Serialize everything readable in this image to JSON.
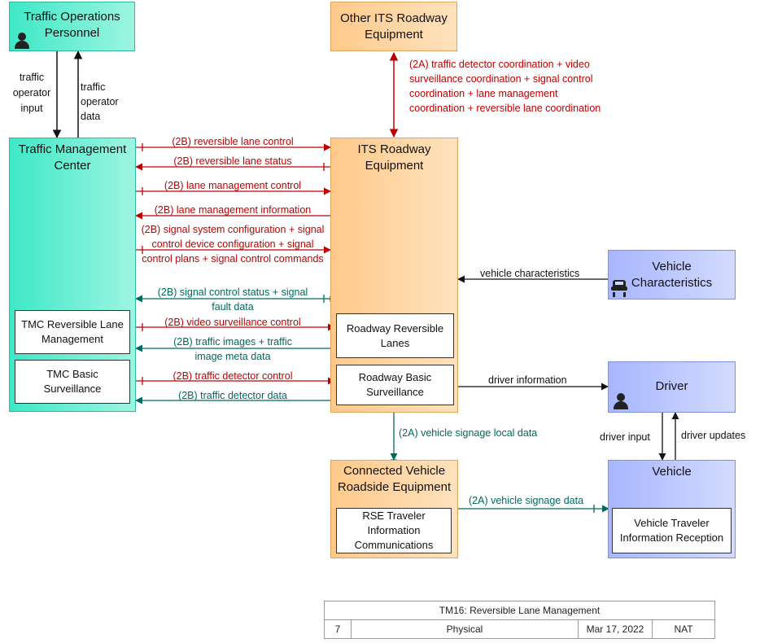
{
  "nodes": {
    "traffic_ops": "Traffic Operations Personnel",
    "other_its": "Other ITS Roadway Equipment",
    "tmc": "Traffic Management Center",
    "its_roadway": "ITS Roadway Equipment",
    "vehicle_char": "Vehicle Characteristics",
    "driver": "Driver",
    "cv_rse": "Connected Vehicle Roadside Equipment",
    "vehicle": "Vehicle"
  },
  "subsystems": {
    "tmc_rev": "TMC Reversible Lane Management",
    "tmc_basic": "TMC Basic Surveillance",
    "rw_rev": "Roadway Reversible Lanes",
    "rw_basic": "Roadway Basic Surveillance",
    "rse_tic": "RSE Traveler Information Communications",
    "vtir": "Vehicle Traveler Information Reception"
  },
  "flows": {
    "operator_input": "traffic operator input",
    "operator_data": "traffic operator data",
    "coord_2a": "(2A) traffic detector coordination + video surveillance coordination + signal control coordination + lane management coordination + reversible lane coordination",
    "rev_control": "(2B) reversible lane control",
    "rev_status": "(2B) reversible lane status",
    "lane_mgmt_control": "(2B) lane management control",
    "lane_mgmt_info": "(2B) lane management information",
    "signal_config": "(2B) signal system configuration + signal control device configuration + signal control plans + signal control commands",
    "signal_status": "(2B) signal control status + signal fault data",
    "video_control": "(2B) video surveillance control",
    "traffic_images": "(2B) traffic images + traffic image meta data",
    "detector_control": "(2B) traffic detector control",
    "detector_data": "(2B) traffic detector data",
    "vehicle_characteristics": "vehicle characteristics",
    "driver_information": "driver information",
    "signage_local": "(2A) vehicle signage local data",
    "signage_data": "(2A) vehicle signage data",
    "driver_input": "driver input",
    "driver_updates": "driver updates"
  },
  "title_block": {
    "title": "TM16: Reversible Lane Management",
    "number": "7",
    "view": "Physical",
    "date": "Mar 17, 2022",
    "org": "NAT"
  },
  "colors": {
    "center": "#3ee8c6",
    "field": "#ffc98a",
    "vehicle": "#a8b6ff",
    "flow_red": "#c00000",
    "flow_green": "#00695c"
  }
}
